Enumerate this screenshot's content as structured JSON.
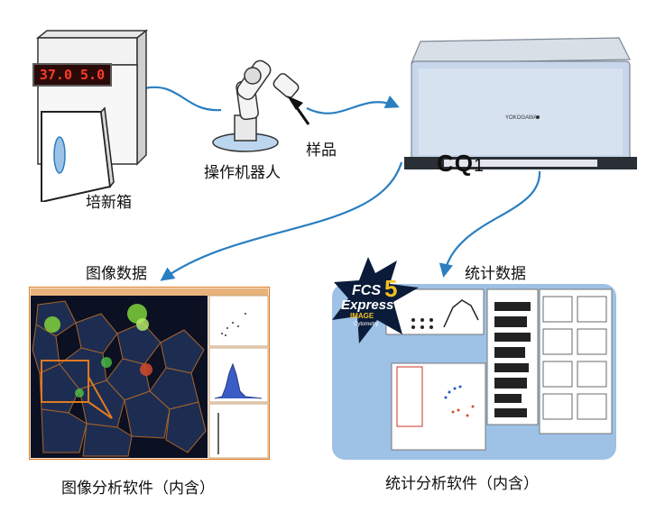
{
  "incubator": {
    "label": "培新箱",
    "display": "37.0 5.0"
  },
  "robot": {
    "label": "操作机器人"
  },
  "sample": {
    "label": "样品"
  },
  "instrument": {
    "brand": "CQ",
    "brand_sub": "1",
    "maker": "YOKOGAWA"
  },
  "flows": {
    "image_data": "图像数据",
    "stat_data": "统计数据"
  },
  "image_software": {
    "caption": "图像分析软件（内含）"
  },
  "stat_software": {
    "caption": "统计分析软件（内含）",
    "logo_line1": "FCS",
    "logo_number": "5",
    "logo_line2": "Express",
    "logo_line3": "IMAGE",
    "logo_line4": "Cytometry"
  },
  "colors": {
    "arrow": "#2a7fc0",
    "panel_blue": "#9ec1e6",
    "orange": "#e07a20"
  }
}
